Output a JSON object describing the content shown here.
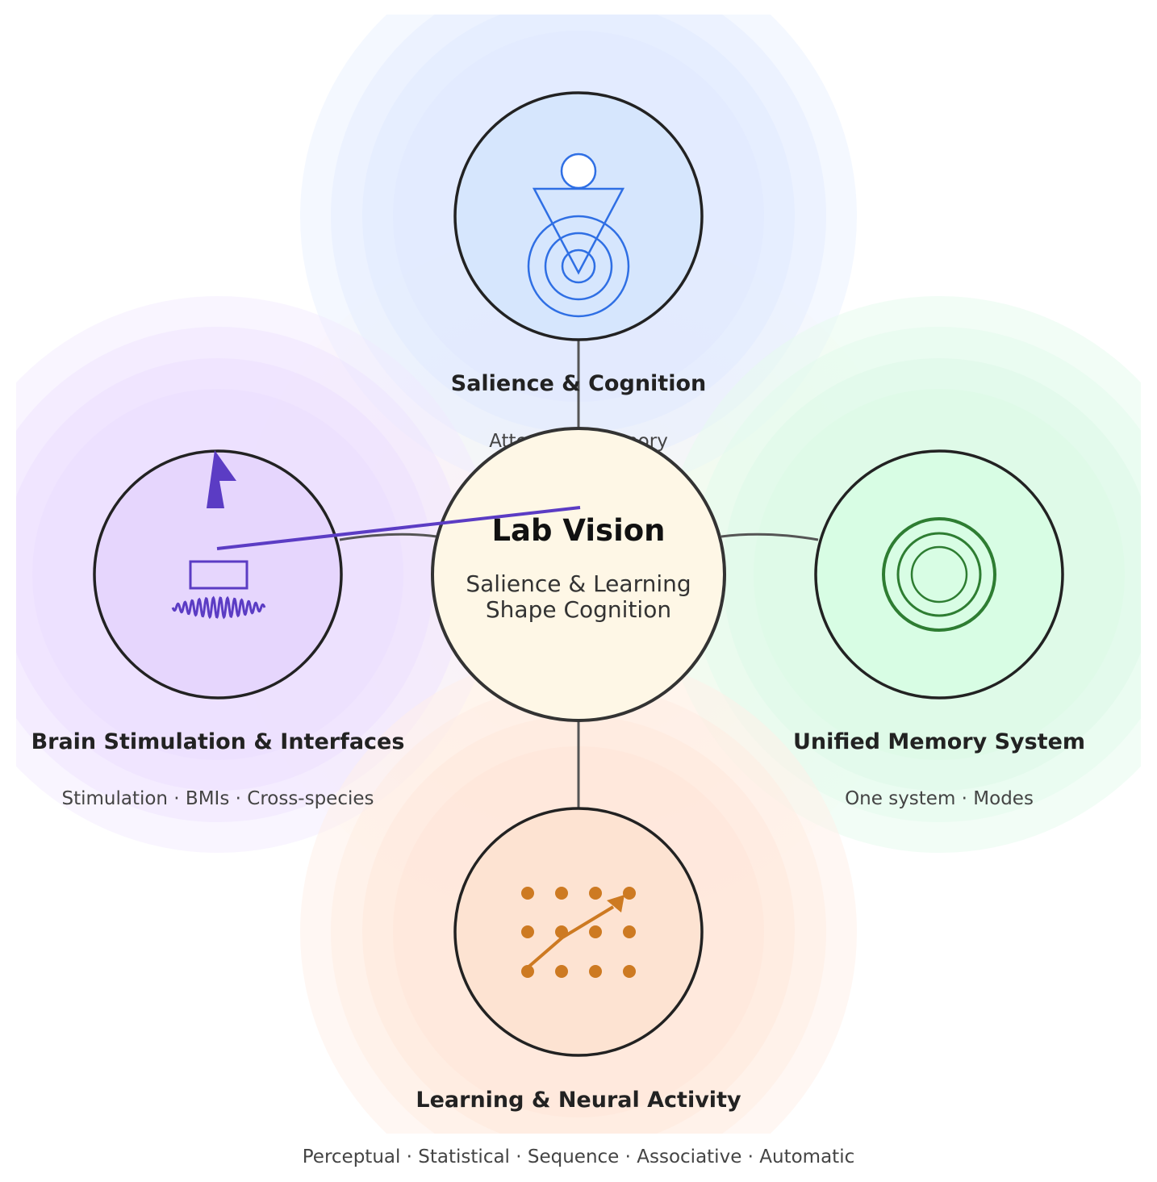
{
  "center": {
    "title": "Lab Vision",
    "subtitle_line1": "Salience & Learning",
    "subtitle_line2": "Shape Cognition"
  },
  "nodes": {
    "top": {
      "title": "Salience & Cognition",
      "subtitle": "Attention · Memory",
      "accent": "#2f6fe4",
      "fill": "#d6e6fd",
      "halo": "#9ec1ff"
    },
    "left": {
      "title": "Brain Stimulation & Interfaces",
      "subtitle": "Stimulation · BMIs · Cross-species",
      "accent": "#5b3cc4",
      "fill": "#e6d6fd",
      "halo": "#d2b9ff"
    },
    "right": {
      "title": "Unified Memory System",
      "subtitle": "One system · Modes",
      "accent": "#2e7d32",
      "fill": "#d8fde4",
      "halo": "#b7f5cc"
    },
    "bottom": {
      "title": "Learning & Neural Activity",
      "subtitle": "Perceptual · Statistical · Sequence · Associative · Automatic",
      "accent": "#cd7a22",
      "fill": "#fde3d2",
      "halo": "#ffd1b8"
    }
  },
  "colors": {
    "center_fill": "#fef7e6",
    "outline": "#222222",
    "connector": "#555555"
  },
  "icons": {
    "top": "person-attention-target-icon",
    "left": "brain-stimulation-probe-icon",
    "right": "concentric-memory-rings-icon",
    "bottom": "learning-dot-grid-arrow-icon"
  }
}
